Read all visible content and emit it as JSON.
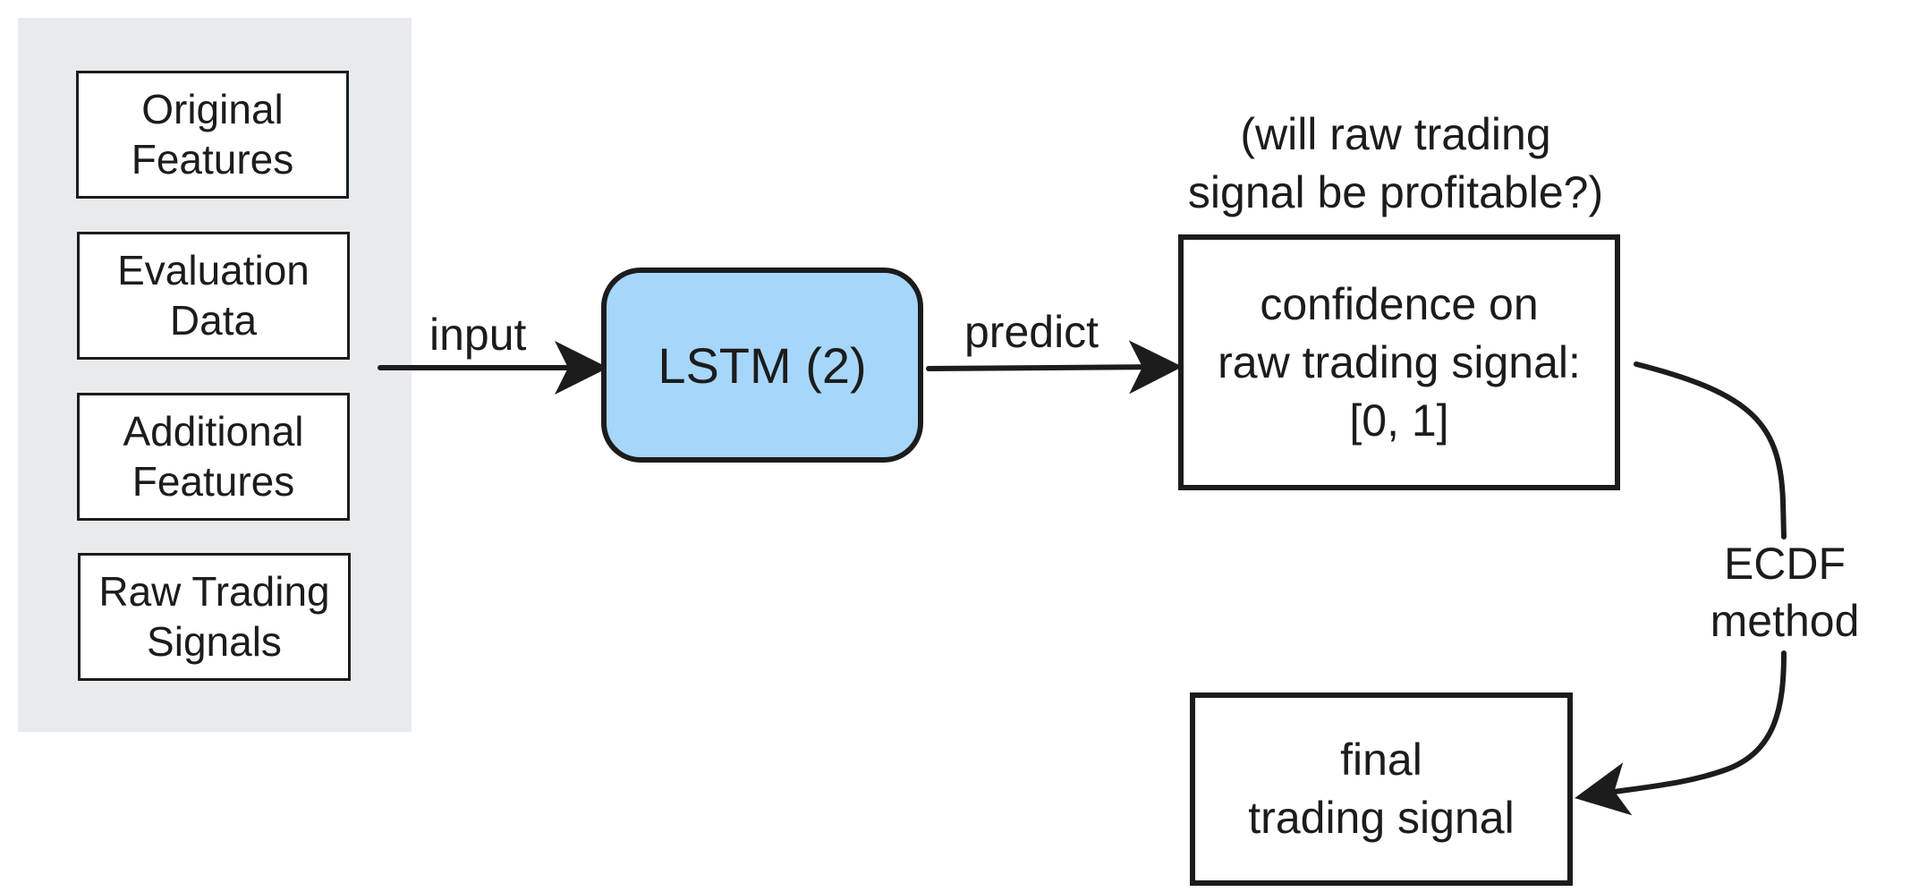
{
  "colors": {
    "panel_bg": "#e8ebee",
    "lstm_fill": "#a7d6fb",
    "stroke": "#1c1c1c"
  },
  "inputs": [
    {
      "line1": "Original",
      "line2": "Features"
    },
    {
      "line1": "Evaluation",
      "line2": "Data"
    },
    {
      "line1": "Additional",
      "line2": "Features"
    },
    {
      "line1": "Raw Trading",
      "line2": "Signals"
    }
  ],
  "edges": {
    "input": "input",
    "predict": "predict",
    "ecdf_line1": "ECDF",
    "ecdf_line2": "method"
  },
  "model": {
    "label": "LSTM (2)"
  },
  "question": {
    "line1": "(will raw trading",
    "line2": "signal be profitable?)"
  },
  "confidence": {
    "line1": "confidence on",
    "line2": "raw trading signal:",
    "line3": "[0, 1]"
  },
  "final": {
    "line1": "final",
    "line2": "trading signal"
  }
}
